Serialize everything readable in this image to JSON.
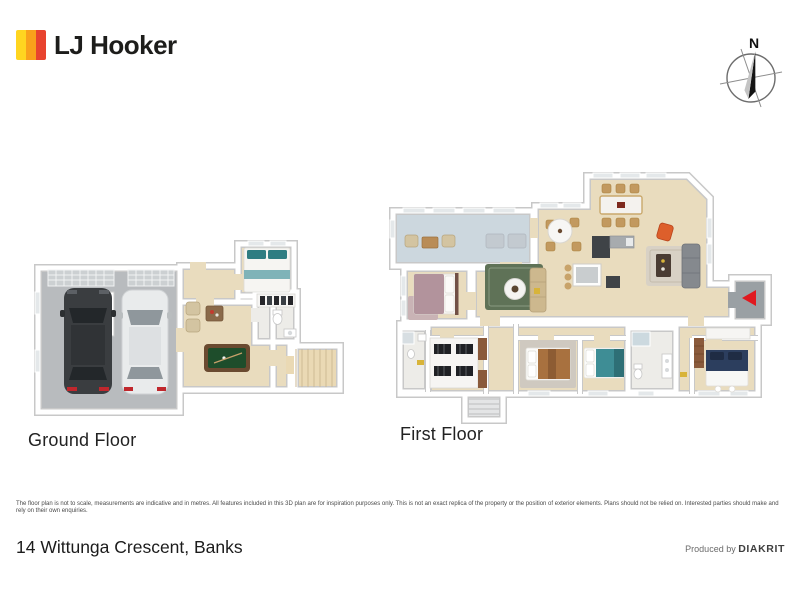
{
  "header": {
    "brand": "LJ Hooker",
    "logo_colors": {
      "yellow": "#FFD520",
      "orange": "#F9A11B",
      "red": "#E8432F"
    },
    "compass_label": "N"
  },
  "plans": {
    "ground": {
      "label": "Ground Floor"
    },
    "first": {
      "label": "First Floor"
    }
  },
  "icons": {
    "compass": "compass-rose-pointing-north",
    "entry_arrow": "red-entry-arrow"
  },
  "colors": {
    "wood_floor": "#e9dcbe",
    "garage_floor": "#b8bbbe",
    "balcony_floor": "#ccd7de",
    "tile_floor": "#edece8",
    "entry_landing": "#9aa0a4",
    "pool_table_cloth": "#1e4d2b",
    "pool_table_frame": "#6a4a30",
    "living_rug": "#5f7257",
    "family_rug": "#d8d1c5",
    "bedroom_rug": "#c9b3b5",
    "entry_arrow": "#e0191f",
    "orange_chair": "#dd5f2b",
    "gray_sofa": "#85898e",
    "beige_sofa": "#cdb88e",
    "teal_bed": "#3e8d95",
    "teal_pillow": "#2f7d82",
    "mauve_bed": "#b2939c",
    "tan_bed": "#a8713f",
    "navy_bed": "#2c3e5e",
    "car_dark": "#3a3d40",
    "car_white": "#e9ebec",
    "cabinet_brown": "#8a5a3b",
    "kitchen_dark": "#3f4347"
  },
  "footer": {
    "disclaimer": "The floor plan is not to scale, measurements are indicative and in metres. All features included in this 3D plan are for inspiration purposes only. This is not an exact replica of the property or the position of exterior elements. Plans should not be relied on. Interested parties should make and rely on their own enquiries.",
    "address": "14 Wittunga Crescent, Banks",
    "produced_by_label": "Produced by ",
    "producer": "DIAKRIT"
  }
}
